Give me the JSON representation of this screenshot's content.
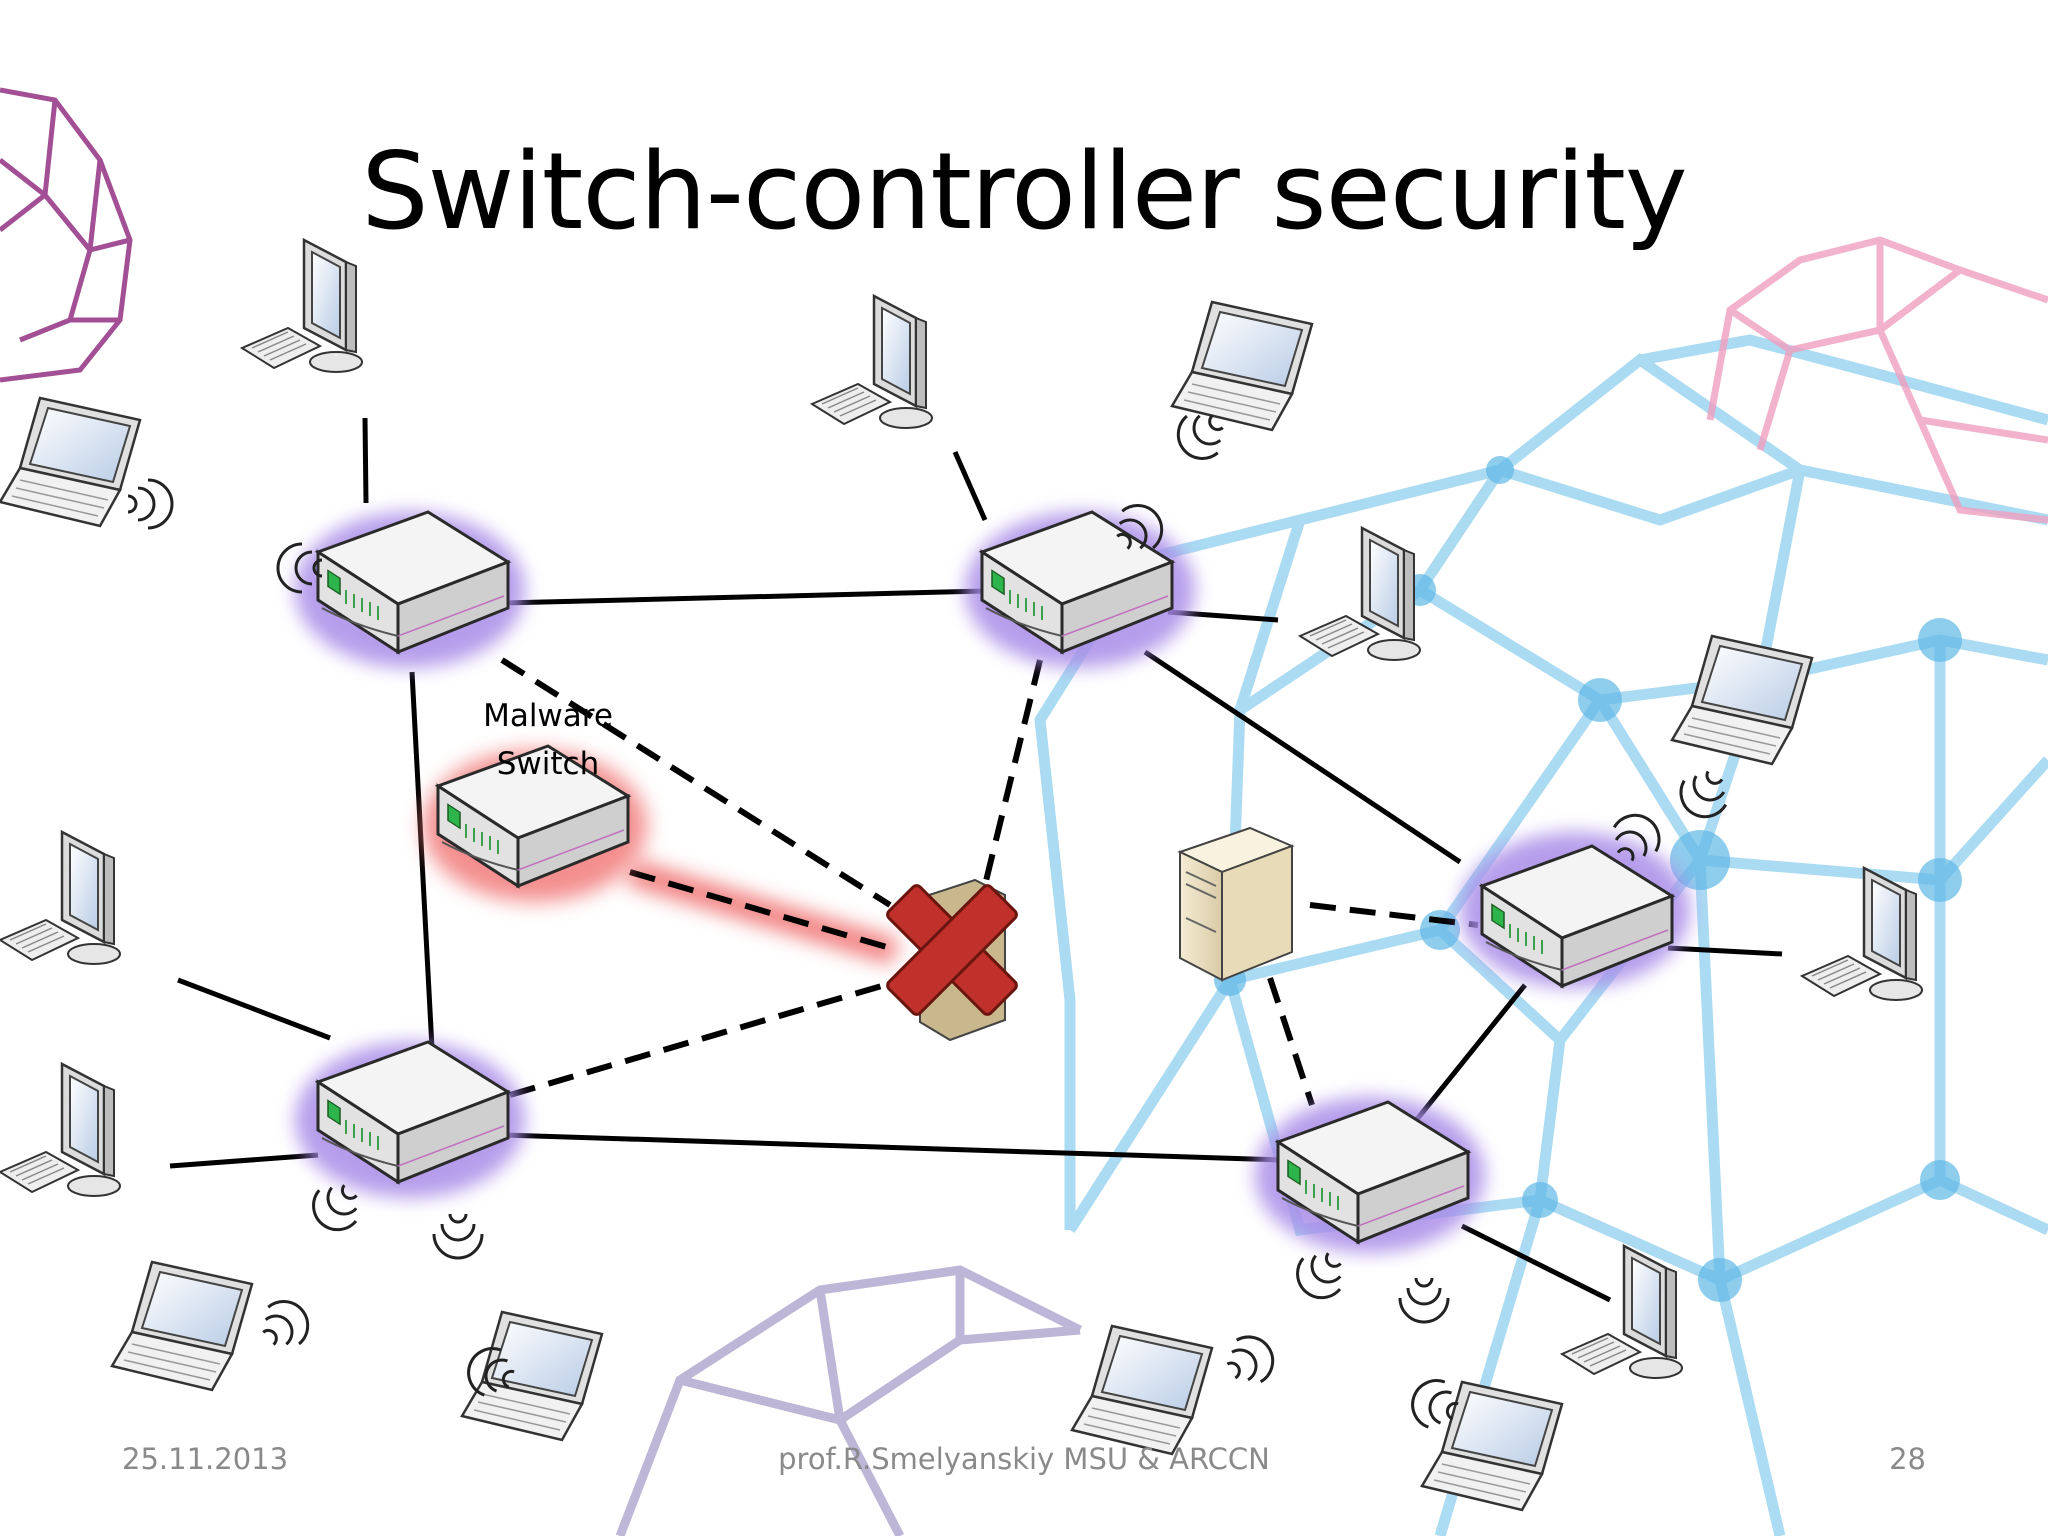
{
  "slide": {
    "title": "Switch-controller security",
    "malware_label_line1": "Malware",
    "malware_label_line2": "Switch",
    "footer_date": "25.11.2013",
    "footer_author": "prof.R.Smelyanskiy MSU & ARCCN",
    "page_number": "28"
  },
  "colors": {
    "switch_glow": "#9b7fe0",
    "malware_glow": "#f06a6a",
    "error_cross": "#c0312c",
    "background_mesh_blue": "#5fb8e6",
    "background_mesh_pink": "#e27aa3",
    "background_mesh_purple": "#8a4aa0"
  },
  "icons": [
    "switch-icon",
    "desktop-computer-icon",
    "laptop-icon",
    "server-icon",
    "wifi-signal-icon",
    "error-cross-icon"
  ]
}
